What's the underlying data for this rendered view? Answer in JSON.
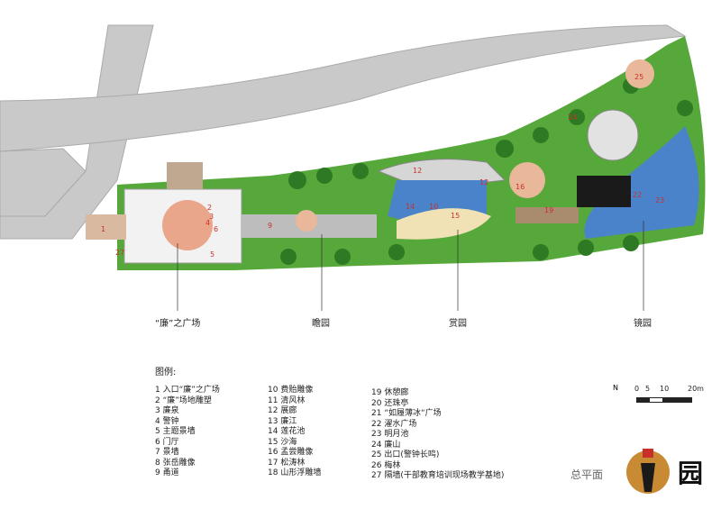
{
  "zones": {
    "lian_square": "“廉”之广场",
    "zhan_yuan": "瞻园",
    "shang_yuan": "赏园",
    "jing_yuan": "镜园"
  },
  "legend": {
    "title": "图例:",
    "col1": [
      "1 入口“廉”之广场",
      "2 “廉”场地雕塑",
      "3 廉泉",
      "4 警钟",
      "5 主题景墙",
      "6 门厅",
      "7 景墙",
      "8 张岳雕像",
      "9 甬道"
    ],
    "col2": [
      "10 费贻雕像",
      "11 清风林",
      "12 展廊",
      "13 廉江",
      "14 莲花池",
      "15 沙海",
      "16 孟尝雕像",
      "17 松涛林",
      "18 山形浮雕墙"
    ],
    "col3": [
      "19 休憩廊",
      "20 还珠亭",
      "21 “如履薄冰“广场",
      "22 濯水广场",
      "23 明月池",
      "24 廉山",
      "25 出口(警钟长鸣)",
      "26 梅林",
      "27 隔墙(干部教育培训现场教学基地)"
    ]
  },
  "scale": {
    "north": "N",
    "ticks": [
      "0",
      "5",
      "10",
      "20m"
    ]
  },
  "plan_title": "总平面",
  "logo_char": "园",
  "markers": {
    "m1": "1",
    "m2": "2",
    "m3": "3",
    "m4": "4",
    "m5": "5",
    "m6": "6",
    "m9": "9",
    "m10": "10",
    "m12a": "12",
    "m12b": "12",
    "m14": "14",
    "m15": "15",
    "m16": "16",
    "m19": "19",
    "m22": "22",
    "m23": "23",
    "m24": "24",
    "m25": "25",
    "m27": "27"
  },
  "colors": {
    "grass": "#57a83a",
    "road": "#c9c9c9",
    "water": "#4a83c9",
    "plaza": "#f2f2f2",
    "sand": "#e9b79a"
  }
}
